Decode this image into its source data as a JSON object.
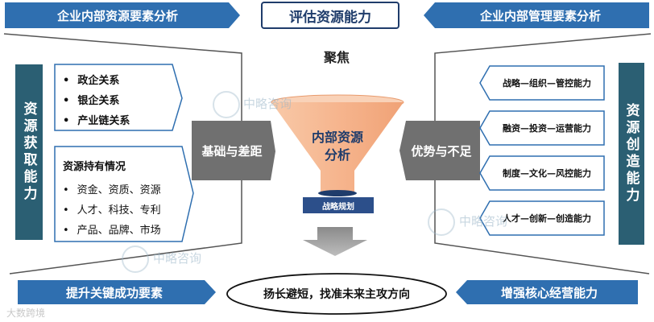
{
  "header": {
    "left": "企业内部资源要素分析",
    "center": "评估资源能力",
    "right": "企业内部管理要素分析"
  },
  "focus": "聚焦",
  "left_side": {
    "vertical_label": "资源获取能力",
    "relations": [
      "政企关系",
      "银企关系",
      "产业链关系"
    ],
    "holding_title": "资源持有情况",
    "holding_items": [
      "资金、资质、资源",
      "人才、科技、专利",
      "产品、品牌、市场"
    ]
  },
  "middle": {
    "left_arrow": "基础与差距",
    "right_arrow": "优势与不足",
    "funnel": "内部资源分析",
    "funnel_line1": "内部资源",
    "funnel_line2": "分析",
    "strategy": "战略规划"
  },
  "right_side": {
    "vertical_label": "资源创造能力",
    "capabilities": [
      "战略—组织—管控能力",
      "融资—投资—运营能力",
      "制度—文化—风控能力",
      "人才—创新—创造能力"
    ]
  },
  "bottom": {
    "left": "提升关键成功要素",
    "center": "扬长避短，找准未来主攻方向",
    "right": "增强核心经营能力"
  },
  "watermarks": {
    "brand": "中略咨询",
    "corner": "大数跨境"
  },
  "colors": {
    "blue": "#2f6fb0",
    "navy": "#1f3c6b",
    "teal": "#2b5f73",
    "gray": "#707070",
    "funnel": "#f6b58e"
  }
}
